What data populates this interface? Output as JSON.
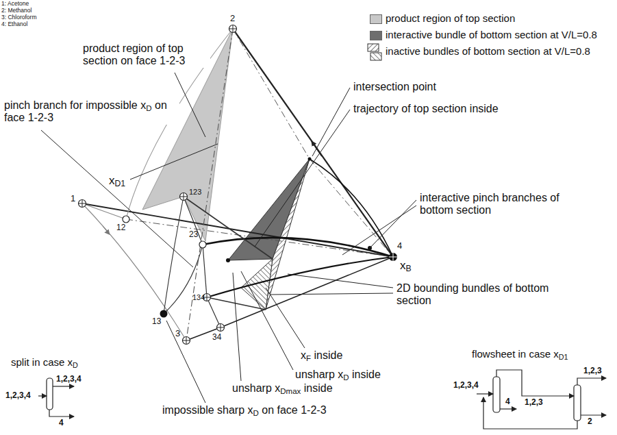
{
  "diagram": {
    "labels": [
      "1: Acetone",
      "2: Methanol",
      "3: Chloroform",
      "4: Ethanol",
      "product region of top section on face 1-2-3",
      "pinch branch for impossible xD on face 1-2-3",
      "xD1",
      "intersection point",
      "trajectory of top section inside",
      "interactive pinch branches of bottom section",
      "xB",
      "2D bounding bundles of bottom section",
      "xF inside",
      "unsharp xD inside",
      "unsharp xDmax inside",
      "impossible sharp xD on face 1-2-3",
      "split in case xD",
      "flowsheet in case xD1",
      "1",
      "2",
      "3",
      "4",
      "12",
      "123",
      "23",
      "13",
      "134",
      "34",
      "1,2,3,4",
      "1,2,3,4",
      "4",
      "1,2,3,4",
      "4",
      "1,2,3",
      "1,2,3",
      "2"
    ],
    "legend": [
      {
        "text": "product region of top section",
        "color": "#c8c8c8"
      },
      {
        "text": "interactive bundle of bottom section at V/L=0.8",
        "color": "#6e6e6e"
      },
      {
        "text": "inactive bundles of bottom section at V/L=0.8"
      }
    ]
  }
}
